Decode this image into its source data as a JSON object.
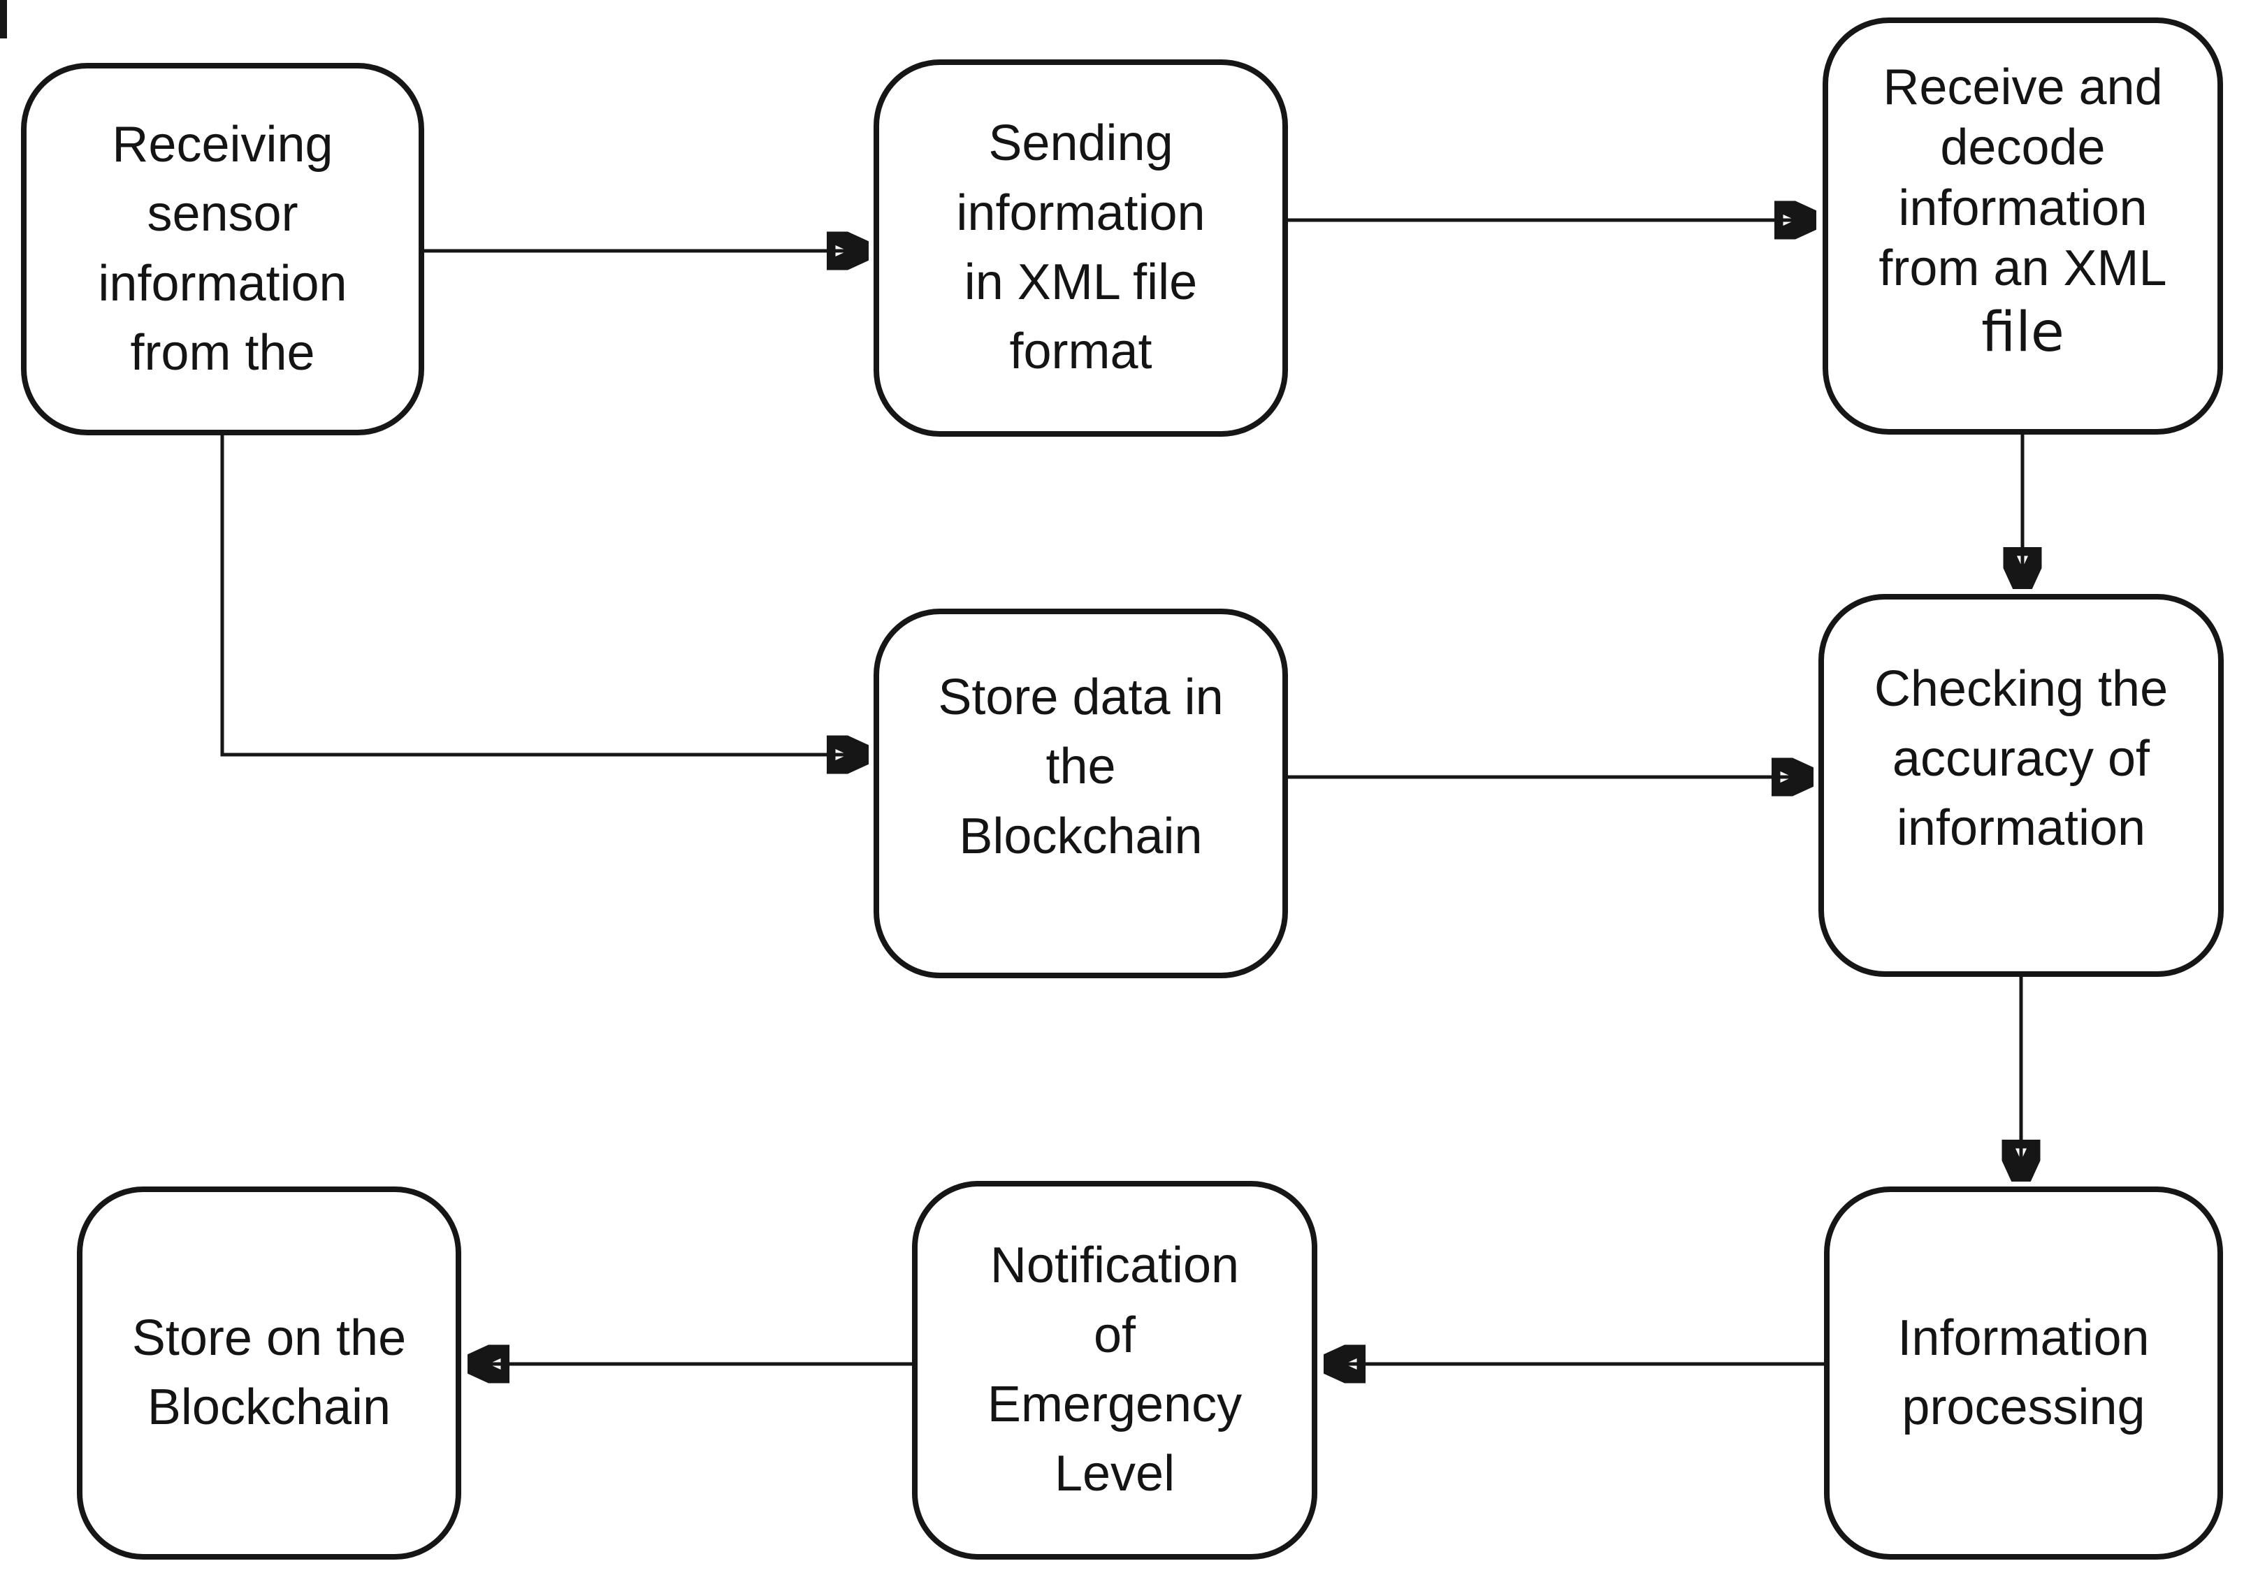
{
  "diagram": {
    "type": "flowchart",
    "background_color": "#ffffff",
    "stroke_color": "#161616",
    "nodes": [
      {
        "id": "receiving-sensor-information",
        "lines": [
          "Receiving",
          "sensor",
          "information",
          "from the"
        ]
      },
      {
        "id": "sending-information-in-xml",
        "lines": [
          "Sending",
          "information",
          "in XML file",
          "format"
        ]
      },
      {
        "id": "receive-and-decode-information",
        "lines": [
          "Receive and",
          "decode",
          "information",
          "from an XML"
        ],
        "last_line": "file"
      },
      {
        "id": "store-data-in-the-blockchain",
        "lines": [
          "Store data in",
          "the",
          "Blockchain"
        ]
      },
      {
        "id": "checking-the-accuracy-of-information",
        "lines": [
          "Checking the",
          "accuracy of",
          "information"
        ]
      },
      {
        "id": "information-processing",
        "lines": [
          "Information",
          "processing"
        ]
      },
      {
        "id": "notification-of-emergency-level",
        "lines": [
          "Notification",
          "of",
          "Emergency",
          "Level"
        ]
      },
      {
        "id": "store-on-the-blockchain",
        "lines": [
          "Store on the",
          "Blockchain"
        ]
      }
    ],
    "edges": [
      {
        "from": "receiving-sensor-information",
        "to": "sending-information-in-xml"
      },
      {
        "from": "sending-information-in-xml",
        "to": "receive-and-decode-information"
      },
      {
        "from": "receive-and-decode-information",
        "to": "checking-the-accuracy-of-information"
      },
      {
        "from": "receiving-sensor-information",
        "to": "store-data-in-the-blockchain"
      },
      {
        "from": "store-data-in-the-blockchain",
        "to": "checking-the-accuracy-of-information"
      },
      {
        "from": "checking-the-accuracy-of-information",
        "to": "information-processing"
      },
      {
        "from": "information-processing",
        "to": "notification-of-emergency-level"
      },
      {
        "from": "notification-of-emergency-level",
        "to": "store-on-the-blockchain"
      }
    ]
  }
}
